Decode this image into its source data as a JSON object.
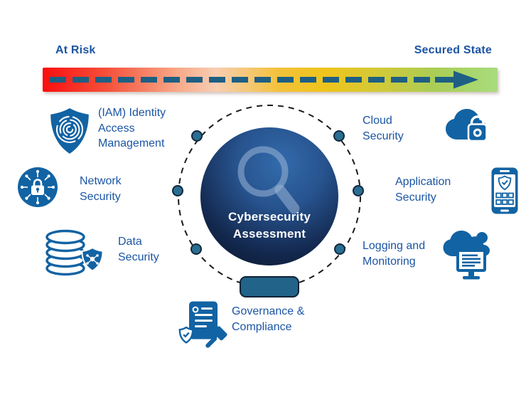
{
  "spectrum": {
    "left_label": "At Risk",
    "right_label": "Secured State",
    "gradient_start": "#FB0F0F",
    "gradient_mid": "#EFC41B",
    "gradient_end": "#A8DC7D",
    "arrow_color": "#1E5F83"
  },
  "center": {
    "title_line1": "Cybersecurity",
    "title_line2": "Assessment",
    "icon": "magnifying-glass-icon",
    "circle_inner_color": "#336BAC",
    "circle_outer_color": "#091528",
    "node_color": "#2A6E91"
  },
  "categories": [
    {
      "id": "iam",
      "icon": "fingerprint-shield-icon",
      "label_lines": [
        "(IAM) Identity",
        "Access",
        "Management"
      ]
    },
    {
      "id": "network",
      "icon": "network-lock-icon",
      "label_lines": [
        "Network",
        "Security"
      ]
    },
    {
      "id": "data",
      "icon": "database-shield-icon",
      "label_lines": [
        "Data",
        "Security"
      ]
    },
    {
      "id": "cloud",
      "icon": "cloud-lock-icon",
      "label_lines": [
        "Cloud",
        "Security"
      ]
    },
    {
      "id": "application",
      "icon": "mobile-shield-icon",
      "label_lines": [
        "Application",
        "Security"
      ]
    },
    {
      "id": "logging",
      "icon": "cloud-monitor-icon",
      "label_lines": [
        "Logging and",
        "Monitoring"
      ]
    },
    {
      "id": "governance",
      "icon": "document-gavel-icon",
      "label_lines": [
        "Governance &",
        "Compliance"
      ]
    }
  ],
  "colors": {
    "label_text": "#1B55A4",
    "icon_blue": "#1263A3"
  }
}
